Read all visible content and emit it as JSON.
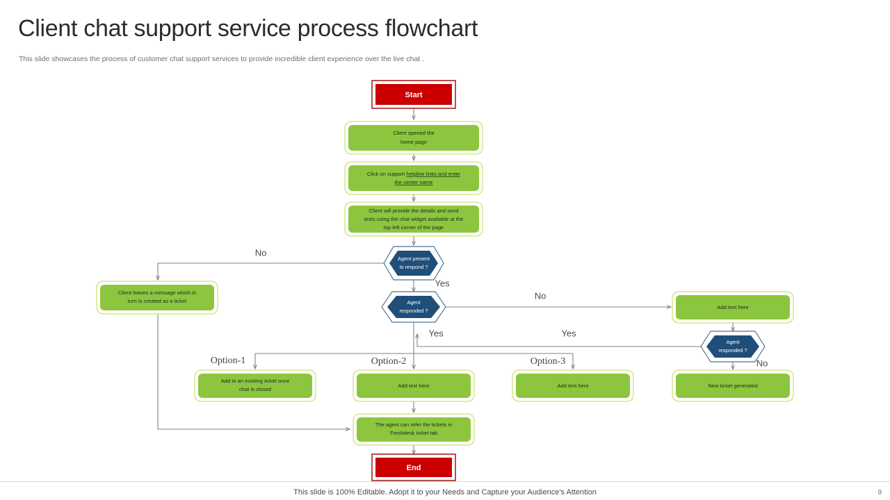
{
  "header": {
    "title": "Client chat support service process flowchart",
    "subtitle": "This slide showcases the process of customer chat support services to provide incredible client experience over the live  chat ."
  },
  "footer": {
    "note": "This slide is 100% Editable. Adopt it to your Needs and Capture your Audience's Attention",
    "page_number": "9"
  },
  "colors": {
    "terminal_fill": "#CC0000",
    "terminal_border": "#9E0000",
    "process_fill": "#8CC63E",
    "process_border": "#C3D94E",
    "decision_fill": "#1F4E79",
    "decision_border": "#1F4E79",
    "connector": "#808080",
    "title_text": "#2B2B2B",
    "subtitle_text": "#6F6F6F"
  },
  "flow": {
    "nodes": {
      "start": {
        "label": "Start",
        "shape": "terminal"
      },
      "home_page": {
        "line1": "Client opened  the",
        "line2": "home page",
        "shape": "process"
      },
      "helpline": {
        "line1_plain": "Click on  support ",
        "line1_underlined": "helpline  links and enter",
        "line2_underlined": "the  center name",
        "shape": "process"
      },
      "chat_widget": {
        "line1": "Client will  provide the details and send",
        "line2": "texts using the chat widget  available at the",
        "line3": "top left corner of the page",
        "shape": "process"
      },
      "agent_present": {
        "line1": "Agent present",
        "line2": "to respond  ?",
        "shape": "decision"
      },
      "agent_responded_center": {
        "line1": "Agent",
        "line2": "responded  ?",
        "shape": "decision"
      },
      "agent_responded_right": {
        "line1": "Agent",
        "line2": "responded ?",
        "shape": "decision"
      },
      "leaves_message": {
        "line1": "Client leaves a message which in",
        "line2": "turn is created as a ticket",
        "shape": "process"
      },
      "add_text_right_top": {
        "line1": "Add  text here",
        "shape": "process"
      },
      "new_ticket": {
        "line1": "New ticket generated",
        "shape": "process"
      },
      "existing_ticket": {
        "line1": "Add to an existing ticket once",
        "line2": "chat is closed",
        "shape": "process"
      },
      "add_text_option2": {
        "line1": "Add text here",
        "shape": "process"
      },
      "add_text_option3": {
        "line1": "Add text here",
        "shape": "process"
      },
      "freshdesk": {
        "line1": "The  agent can refer the tickets in",
        "line2": "Freshdesk ticket tab",
        "shape": "process"
      },
      "end": {
        "label": "End",
        "shape": "terminal"
      }
    },
    "edge_labels": {
      "no_left": "No",
      "yes_center_top": "Yes",
      "no_right": "No",
      "yes_center_bottom": "Yes",
      "yes_right": "Yes",
      "no_right_bottom": "No",
      "option_1": "Option-1",
      "option_2": "Option-2",
      "option_3": "Option-3"
    }
  }
}
